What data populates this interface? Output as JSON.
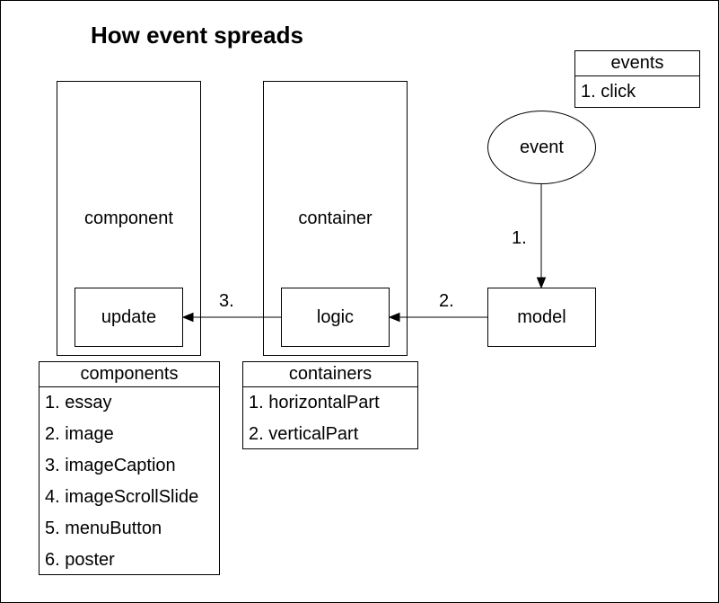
{
  "title": "How event spreads",
  "nodes": {
    "component": "component",
    "container": "container",
    "update": "update",
    "logic": "logic",
    "model": "model",
    "event": "event"
  },
  "steps": [
    "1.",
    "2.",
    "3."
  ],
  "events_list": {
    "header": "events",
    "items": [
      "1. click"
    ]
  },
  "components_list": {
    "header": "components",
    "items": [
      "1. essay",
      "2. image",
      "3. imageCaption",
      "4. imageScrollSlide",
      "5. menuButton",
      "6. poster"
    ]
  },
  "containers_list": {
    "header": "containers",
    "items": [
      "1. horizontalPart",
      "2. verticalPart"
    ]
  }
}
